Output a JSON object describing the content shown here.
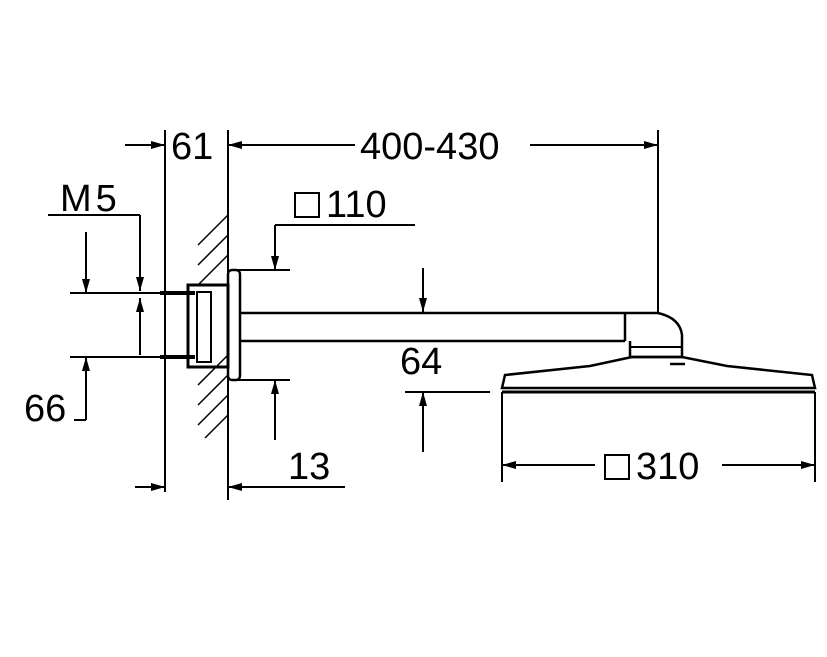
{
  "drawing": {
    "dimensions": {
      "wall_depth": "61",
      "arm_length": "400-430",
      "thread": "M5",
      "plate_size": "110",
      "bracket_spacing": "66",
      "plate_thickness": "13",
      "head_height": "64",
      "head_size": "310"
    },
    "square_symbol": "square-icon",
    "line_color": "#000000",
    "background": "#ffffff"
  }
}
